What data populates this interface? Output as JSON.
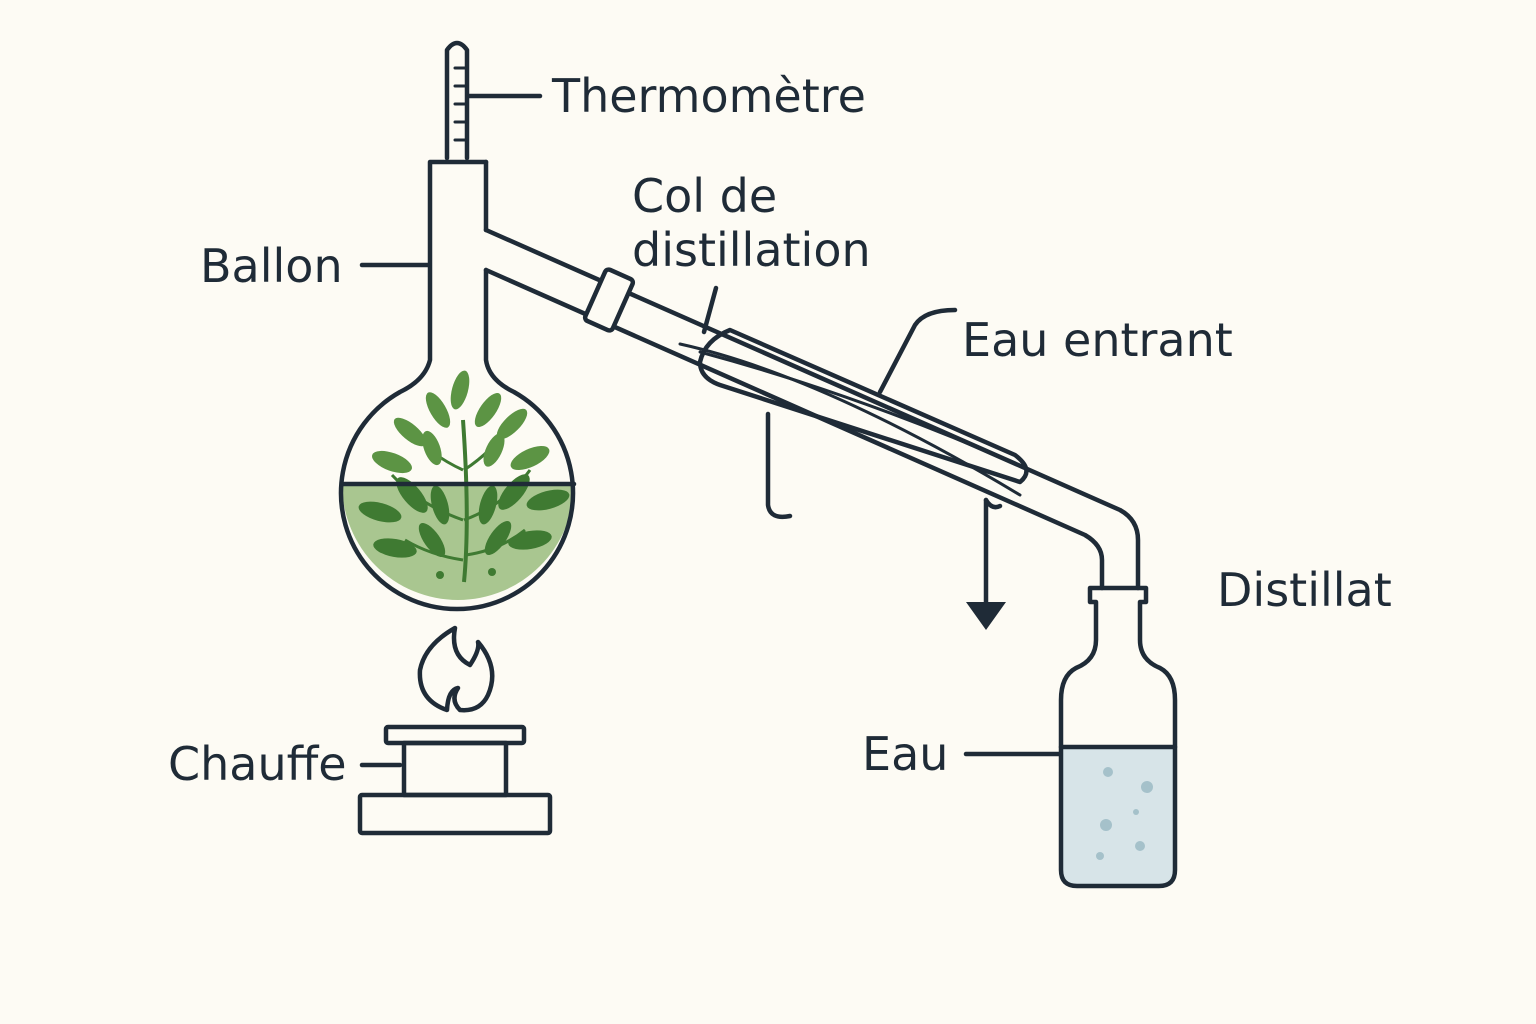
{
  "colors": {
    "background": "#fdfbf4",
    "line": "#1f2b37",
    "liquid_flask": "#a9c690",
    "leaf_dark": "#3f7a32",
    "leaf_light": "#5c9444",
    "liquid_bottle": "#d7e4e8",
    "bubble": "#a5c1ca"
  },
  "labels": {
    "thermometre": "Thermomètre",
    "col_line1": "Col de",
    "col_line2": "distillation",
    "ballon": "Ballon",
    "eau_entrant": "Eau entrant",
    "distillat": "Distillat",
    "chauffe": "Chauffe",
    "eau": "Eau"
  },
  "icons": [
    "thermometer-icon",
    "flame-icon",
    "plant-icon",
    "down-arrow-icon"
  ]
}
